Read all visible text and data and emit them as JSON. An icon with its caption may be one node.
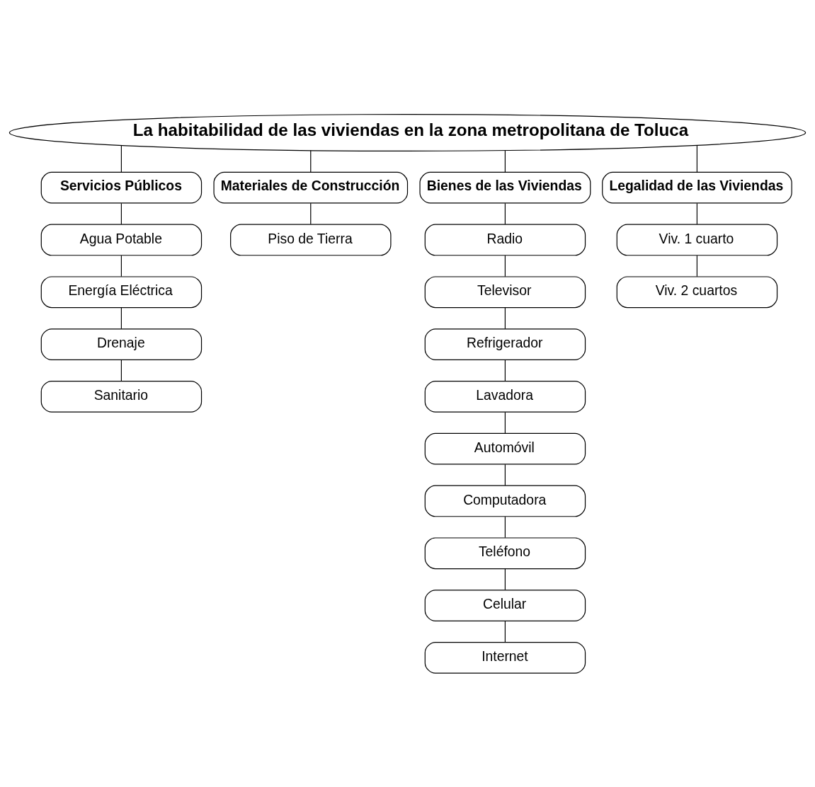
{
  "diagram": {
    "nodes": [
      {
        "text": [
          "La habitabilidad de las viviendas en la zona metropolitana de Toluca"
        ]
      },
      {
        "text": [
          "Servicios Públicos"
        ]
      },
      {
        "text": [
          "Materiales de Construcción"
        ]
      },
      {
        "text": [
          "Bienes de las Viviendas"
        ]
      },
      {
        "text": [
          "Legalidad de las Viviendas"
        ]
      },
      {
        "text": [
          "Agua Potable"
        ]
      },
      {
        "text": [
          "Energía Eléctrica"
        ]
      },
      {
        "text": [
          "Drenaje"
        ]
      },
      {
        "text": [
          "Sanitario"
        ]
      },
      {
        "text": [
          "Piso de Tierra"
        ]
      },
      {
        "text": [
          "Radio"
        ]
      },
      {
        "text": [
          "Televisor"
        ]
      },
      {
        "text": [
          "Refrigerador"
        ]
      },
      {
        "text": [
          "Lavadora"
        ]
      },
      {
        "text": [
          "Automóvil"
        ]
      },
      {
        "text": [
          "Computadora"
        ]
      },
      {
        "text": [
          "Teléfono"
        ]
      },
      {
        "text": [
          "Celular"
        ]
      },
      {
        "text": [
          "Internet"
        ]
      },
      {
        "text": [
          "Viv. 1 cuarto"
        ]
      },
      {
        "text": [
          "Viv. 2 cuartos"
        ]
      }
    ],
    "edges": [
      {
        "from": 0,
        "to": 1,
        "arrow": "none"
      },
      {
        "from": 0,
        "to": 2,
        "arrow": "none"
      },
      {
        "from": 0,
        "to": 3,
        "arrow": "none"
      },
      {
        "from": 0,
        "to": 4,
        "arrow": "none"
      },
      {
        "from": 1,
        "to": 5,
        "arrow": "none"
      },
      {
        "from": 5,
        "to": 6,
        "arrow": "none"
      },
      {
        "from": 6,
        "to": 7,
        "arrow": "none"
      },
      {
        "from": 7,
        "to": 8,
        "arrow": "none"
      },
      {
        "from": 2,
        "to": 9,
        "arrow": "none"
      },
      {
        "from": 3,
        "to": 10,
        "arrow": "none"
      },
      {
        "from": 10,
        "to": 11,
        "arrow": "none"
      },
      {
        "from": 11,
        "to": 12,
        "arrow": "none"
      },
      {
        "from": 12,
        "to": 13,
        "arrow": "none"
      },
      {
        "from": 13,
        "to": 14,
        "arrow": "none"
      },
      {
        "from": 14,
        "to": 15,
        "arrow": "none"
      },
      {
        "from": 15,
        "to": 16,
        "arrow": "none"
      },
      {
        "from": 16,
        "to": 17,
        "arrow": "none"
      },
      {
        "from": 17,
        "to": 18,
        "arrow": "none"
      },
      {
        "from": 4,
        "to": 19,
        "arrow": "none"
      },
      {
        "from": 19,
        "to": 20,
        "arrow": "none"
      }
    ]
  }
}
